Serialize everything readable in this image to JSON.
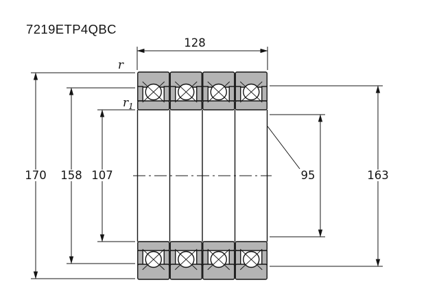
{
  "title": "7219ETP4QBC",
  "labels": {
    "r": "r",
    "r1_base": "r",
    "r1_sub": "1"
  },
  "dimensions": {
    "width": "128",
    "outer_diameter": "170",
    "left_shoulder": "158",
    "left_inner_shoulder": "107",
    "bore": "95",
    "right_shoulder": "163"
  },
  "colors": {
    "ring_fill": "#b4b4b4",
    "line": "#141414",
    "background": "#ffffff"
  }
}
